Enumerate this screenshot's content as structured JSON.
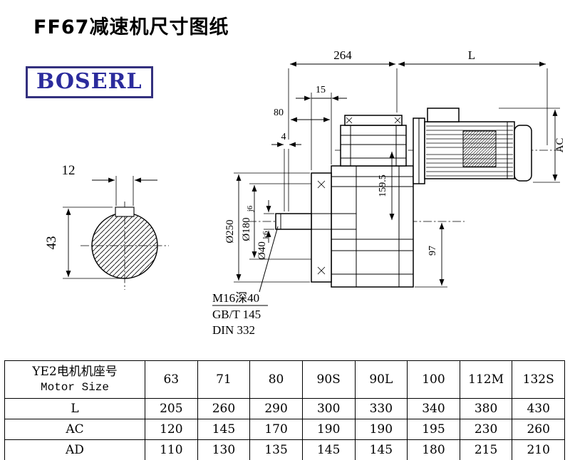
{
  "page_title": "FF67减速机尺寸图纸",
  "brand": {
    "logo_text": "BOSERL"
  },
  "drawing": {
    "dims": {
      "overall_264": "264",
      "motor_L": "L",
      "dim_15": "15",
      "dim_80": "80",
      "dim_4": "4",
      "motor_AC": "AC",
      "axis_159_5": "159.5",
      "dim_97": "97",
      "flange_dia": "Ø250",
      "spigot_dia": "Ø180",
      "spigot_tol": "j6",
      "shaft_dia": "Ø40",
      "shaft_tol": "k6",
      "key_width": "12",
      "key_height": "43"
    },
    "notes": {
      "tap": "M16深40",
      "std1": "GB/T 145",
      "std2": "DIN 332"
    }
  },
  "table": {
    "header": {
      "line1": "YE2电机机座号",
      "line2": "Motor Size"
    },
    "sizes": [
      "63",
      "71",
      "80",
      "90S",
      "90L",
      "100",
      "112M",
      "132S"
    ],
    "rows": [
      {
        "label": "L",
        "values": [
          "205",
          "260",
          "290",
          "300",
          "330",
          "340",
          "380",
          "430"
        ]
      },
      {
        "label": "AC",
        "values": [
          "120",
          "145",
          "170",
          "190",
          "190",
          "195",
          "230",
          "260"
        ]
      },
      {
        "label": "AD",
        "values": [
          "110",
          "130",
          "135",
          "145",
          "145",
          "180",
          "215",
          "210"
        ]
      }
    ]
  }
}
